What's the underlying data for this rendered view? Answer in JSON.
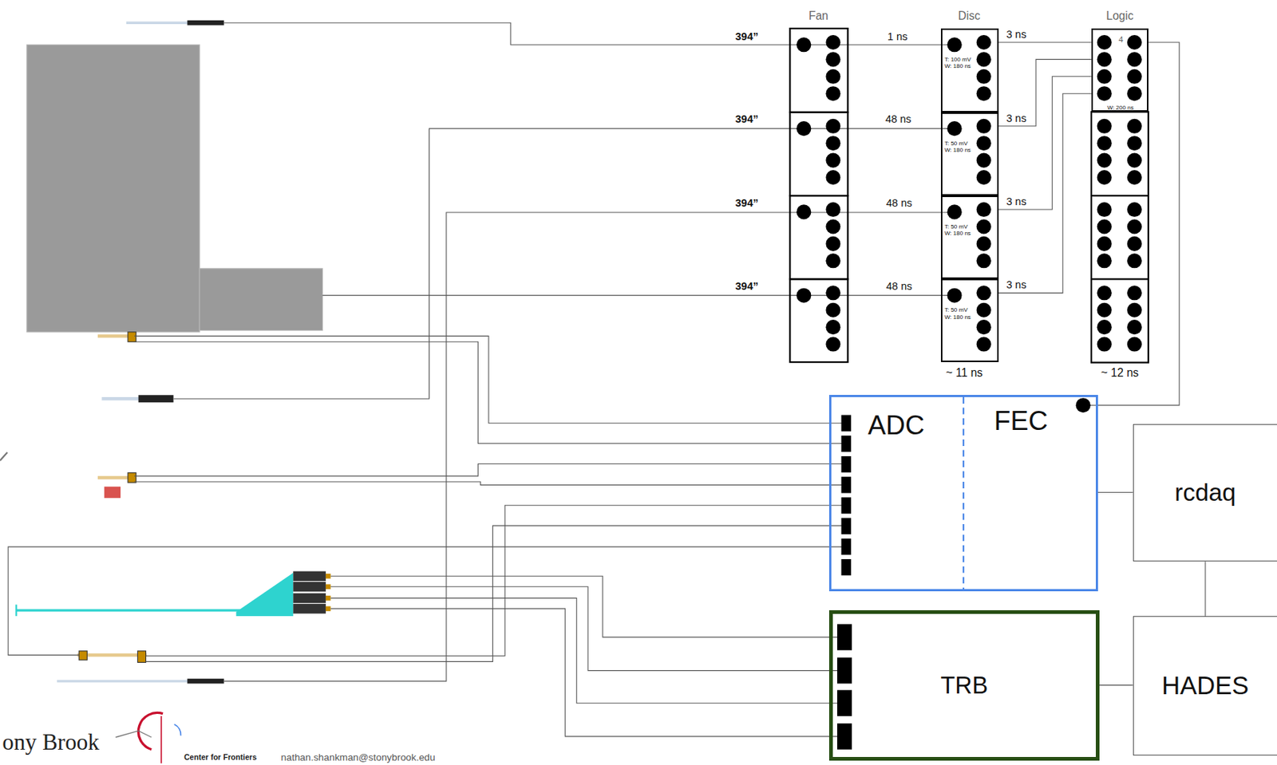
{
  "diagram": {
    "nodes": [
      {
        "text": [
          "T: 100 mV",
          "W: 180 ns"
        ]
      },
      {
        "text": [
          "T: 50 mV",
          "W: 180 ns"
        ]
      },
      {
        "text": [
          "T: 50 mV",
          "W: 180 ns"
        ]
      },
      {
        "text": [
          "T: 50 mV",
          "W: 180 ns"
        ]
      },
      {
        "text": [
          "4",
          "W: 200 ns"
        ]
      },
      {
        "text": [
          "ADC",
          "FEC"
        ]
      },
      {
        "text": [
          "rcdaq"
        ]
      },
      {
        "text": [
          "TRB"
        ]
      },
      {
        "text": [
          "HADES"
        ]
      }
    ],
    "edges": [
      {
        "from": 0,
        "to": 4,
        "label": "3 ns",
        "arrow": "none"
      },
      {
        "from": 1,
        "to": 4,
        "label": "3 ns",
        "arrow": "none"
      },
      {
        "from": 2,
        "to": 4,
        "label": "3 ns",
        "arrow": "none"
      },
      {
        "from": 3,
        "to": 4,
        "label": "3 ns",
        "arrow": "none"
      },
      {
        "from": 4,
        "to": 5,
        "arrow": "none"
      },
      {
        "from": 5,
        "to": 6,
        "arrow": "none"
      },
      {
        "from": 6,
        "to": 8,
        "arrow": "none"
      },
      {
        "from": 7,
        "to": 8,
        "arrow": "none"
      }
    ],
    "labels": [
      "Fan",
      "Disc",
      "Logic",
      "394”",
      "1 ns",
      "394”",
      "48 ns",
      "394”",
      "48 ns",
      "394”",
      "48 ns",
      "~ 11 ns",
      "~ 12 ns",
      "ony Brook",
      "Center for Frontiers",
      "nathan.shankman@stonybrook.edu"
    ]
  }
}
